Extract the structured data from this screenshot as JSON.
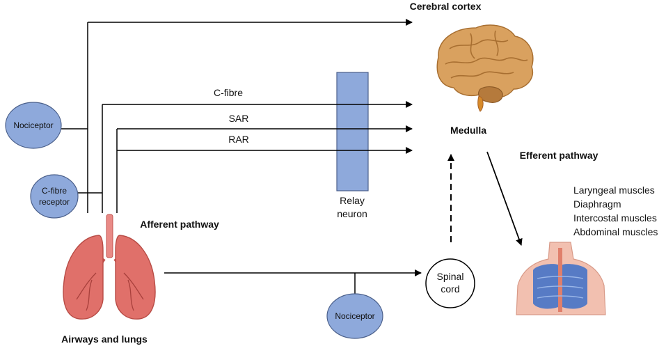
{
  "labels": {
    "cerebral_cortex": "Cerebral cortex",
    "medulla": "Medulla",
    "c_fibre": "C-fibre",
    "sar": "SAR",
    "rar": "RAR",
    "relay_line1": "Relay",
    "relay_line2": "neuron",
    "nociceptor_top": "Nociceptor",
    "c_fibre_receptor_line1": "C-fibre",
    "c_fibre_receptor_line2": "receptor",
    "afferent_pathway": "Afferent pathway",
    "airways_and_lungs": "Airways and lungs",
    "nociceptor_bottom": "Nociceptor",
    "spinal_line1": "Spinal",
    "spinal_line2": "cord",
    "efferent_pathway": "Efferent pathway",
    "muscles": [
      "Laryngeal muscles",
      "Diaphragm",
      "Intercostal muscles",
      "Abdominal muscles"
    ]
  },
  "colors": {
    "node_fill": "#8ea9db",
    "node_stroke": "#4a5f8a",
    "relay_fill": "#8ea9db",
    "brain": "#d9a15f",
    "lung": "#e0706a",
    "skin": "#f2c0b0",
    "lung_inner": "#3c6fc9"
  },
  "icons": [
    "brain-icon",
    "lungs-icon",
    "torso-icon"
  ]
}
